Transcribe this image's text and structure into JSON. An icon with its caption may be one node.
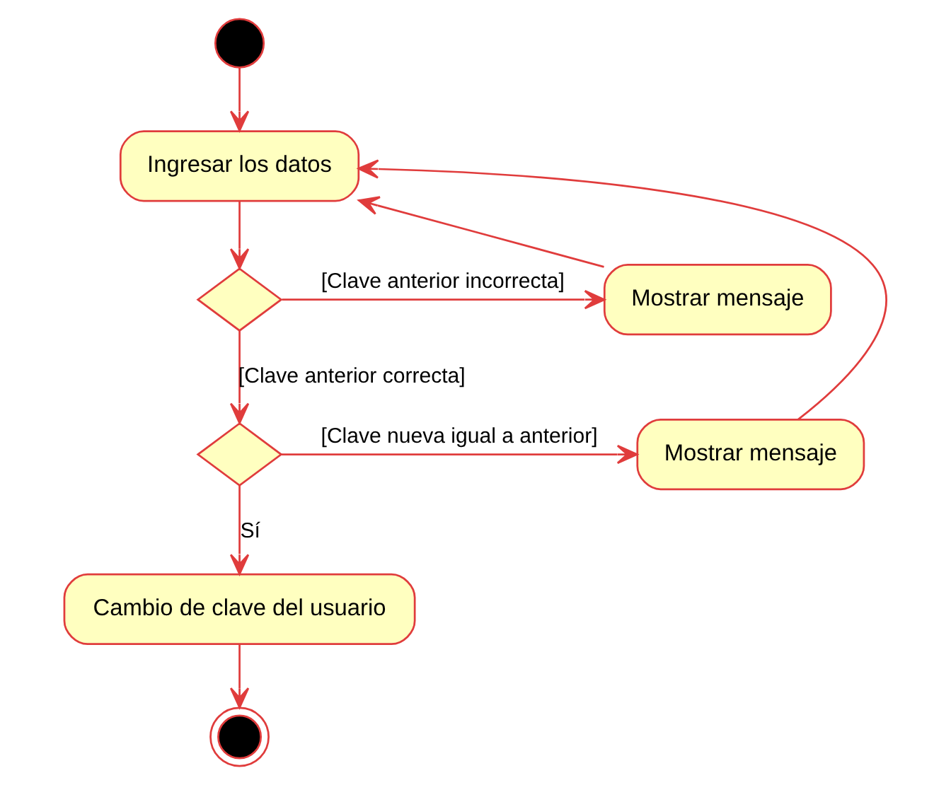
{
  "diagram": {
    "nodes": [
      {
        "text": [],
        "shape": "circle"
      },
      {
        "text": [
          "Ingresar los datos"
        ]
      },
      {
        "text": [],
        "shape": "diamond"
      },
      {
        "text": [
          "Mostrar mensaje"
        ]
      },
      {
        "text": [],
        "shape": "diamond"
      },
      {
        "text": [
          "Mostrar mensaje"
        ]
      },
      {
        "text": [
          "Cambio de clave del usuario"
        ]
      },
      {
        "text": [],
        "shape": "bullseye"
      }
    ],
    "edges": [
      {
        "from": 0,
        "to": 1,
        "arrow": "to"
      },
      {
        "from": 1,
        "to": 2,
        "arrow": "to"
      },
      {
        "from": 2,
        "to": 3,
        "arrow": "to",
        "label": "[Clave anterior incorrecta]"
      },
      {
        "from": 3,
        "to": 1,
        "arrow": "to"
      },
      {
        "from": 2,
        "to": 4,
        "arrow": "to",
        "label": "[Clave anterior correcta]"
      },
      {
        "from": 4,
        "to": 5,
        "arrow": "to",
        "label": "[Clave nueva igual a anterior]"
      },
      {
        "from": 5,
        "to": 1,
        "arrow": "to"
      },
      {
        "from": 4,
        "to": 6,
        "arrow": "to",
        "label": "Sí"
      },
      {
        "from": 6,
        "to": 7,
        "arrow": "to"
      }
    ]
  }
}
